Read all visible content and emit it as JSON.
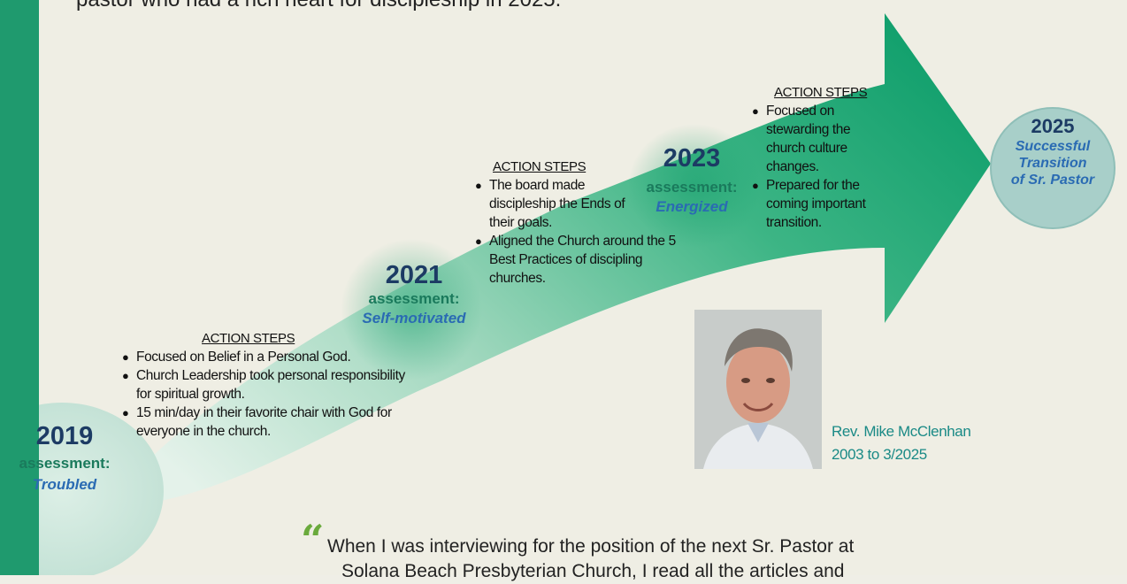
{
  "intro_line": "pastor who had a rich heart for discipleship in 2025.",
  "stages": [
    {
      "year": "2019",
      "assessment_label": "assessment:",
      "status": "Troubled"
    },
    {
      "year": "2021",
      "assessment_label": "assessment:",
      "status": "Self-motivated"
    },
    {
      "year": "2023",
      "assessment_label": "assessment:",
      "status": "Energized"
    },
    {
      "year": "2025",
      "line1": "Successful",
      "line2": "Transition",
      "line3": "of Sr. Pastor"
    }
  ],
  "action_steps": [
    {
      "heading": "ACTION STEPS",
      "items": [
        "Focused on Belief in a Personal God.",
        "Church Leadership took personal responsibility for spiritual growth.",
        "15 min/day in their favorite chair with God for everyone in the church."
      ]
    },
    {
      "heading": "ACTION STEPS",
      "items": [
        "The board made discipleship the Ends of their goals.",
        "Aligned the Church around the 5 Best Practices of discipling churches."
      ]
    },
    {
      "heading": "ACTION STEPS",
      "items": [
        "Focused on stewarding the church culture changes.",
        "Prepared for the coming important transition."
      ]
    }
  ],
  "person": {
    "name": "Rev. Mike McClenhan",
    "tenure": "2003 to 3/2025"
  },
  "quote": {
    "mark": "“",
    "text": "When I was interviewing for the position of the next Sr. Pastor at",
    "text2": "Solana Beach Presbyterian Church, I read all the articles and"
  },
  "colors": {
    "arrow": "#1fa374",
    "bar": "#1f9a6e",
    "year": "#1c3b64",
    "assessment": "#1a7a5c",
    "status": "#2a6bb3"
  }
}
